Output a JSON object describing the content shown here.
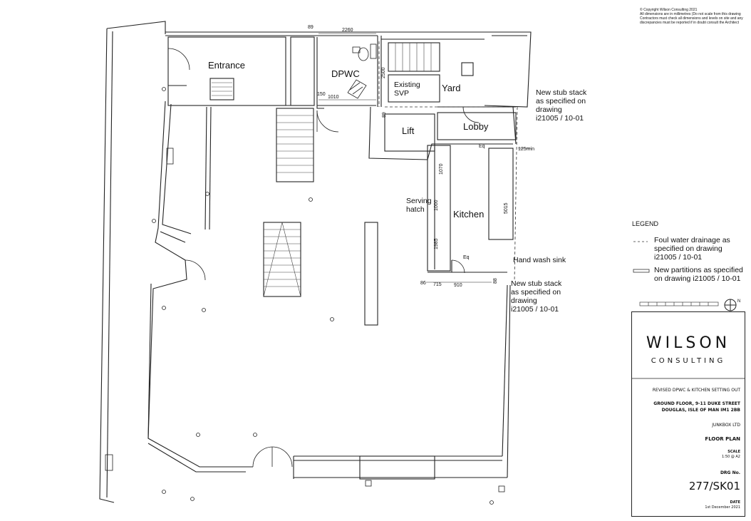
{
  "copyright": [
    "© Copyright Wilson Consulting 2021",
    "All dimensions are in millimetres (Do not scale from this drawing",
    "Contractors must check all dimensions and levels on site and any",
    "discrepancies must be reported if in doubt consult the Architect"
  ],
  "rooms": {
    "entrance": "Entrance",
    "dpwc": "DPWC",
    "yard": "Yard",
    "lift": "Lift",
    "lobby": "Lobby",
    "kitchen": "Kitchen"
  },
  "labels": {
    "existing_svp_1": "Existing",
    "existing_svp_2": "SVP",
    "serving_hatch_1": "Serving",
    "serving_hatch_2": "hatch",
    "hand_wash_sink": "Hand wash sink",
    "eq_top": "Eq",
    "eq_bottom": "Eq",
    "stub_top": [
      "New stub stack",
      "as specified on",
      "drawing",
      "i21005 / 10-01"
    ],
    "stub_bottom": [
      "New stub stack",
      "as specified on",
      "drawing",
      "i21005 / 10-01"
    ]
  },
  "dimensions": {
    "d89_top": "89",
    "d2260": "2260",
    "d2500": "2500",
    "d150": "150",
    "d1010": "1010",
    "d89_side": "89",
    "d125min": "125min",
    "d1070": "1070",
    "d1000": "1000",
    "d5015": "5015",
    "d1985": "1985",
    "d86": "86",
    "d715": "715",
    "d910": "910",
    "d88": "88"
  },
  "legend": {
    "title": "LEGEND",
    "foul": [
      "Foul water drainage as",
      "specified on drawing",
      "i21005 / 10-01"
    ],
    "partitions": [
      "New partitions as specified",
      "on drawing i21005 / 10-01"
    ]
  },
  "north": "N",
  "titleblock": {
    "brand": "WILSON",
    "sub": "CONSULTING",
    "revision": "REVISED DPWC & KITCHEN SETTING OUT",
    "address_1": "GROUND FLOOR, 9-11 DUKE STREET",
    "address_2": "DOUGLAS, ISLE OF MAN  IM1 2BB",
    "client": "JUNKBOX LTD",
    "sheet": "FLOOR PLAN",
    "scale_label": "SCALE",
    "scale_value": "1:50 @ A2",
    "drg_label": "DRG No.",
    "drg_value": "277/SK01",
    "date_label": "DATE",
    "date_value": "1st December 2021"
  }
}
